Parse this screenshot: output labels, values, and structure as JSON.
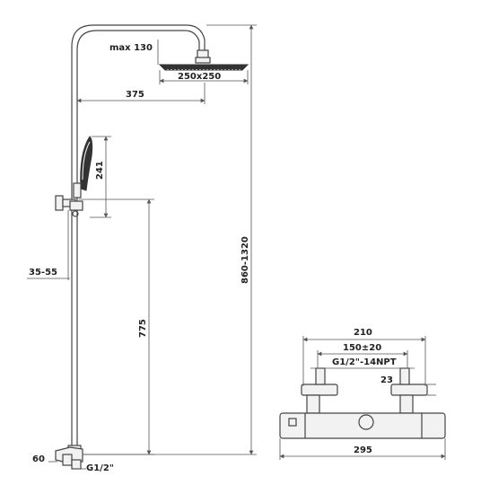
{
  "dimensions": {
    "max_head": "max 130",
    "head_size": "250x250",
    "arm_length": "375",
    "hand_shower": "241",
    "wall_bracket": "35-55",
    "total_height": "860-1320",
    "rail_height": "775",
    "bottom": "60",
    "inlet_thread": "G1/2\"",
    "mixer_width": "210",
    "mixer_spacing": "150±20",
    "mixer_thread": "G1/2\"-14NPT",
    "mixer_offset": "23",
    "mixer_body": "295"
  }
}
